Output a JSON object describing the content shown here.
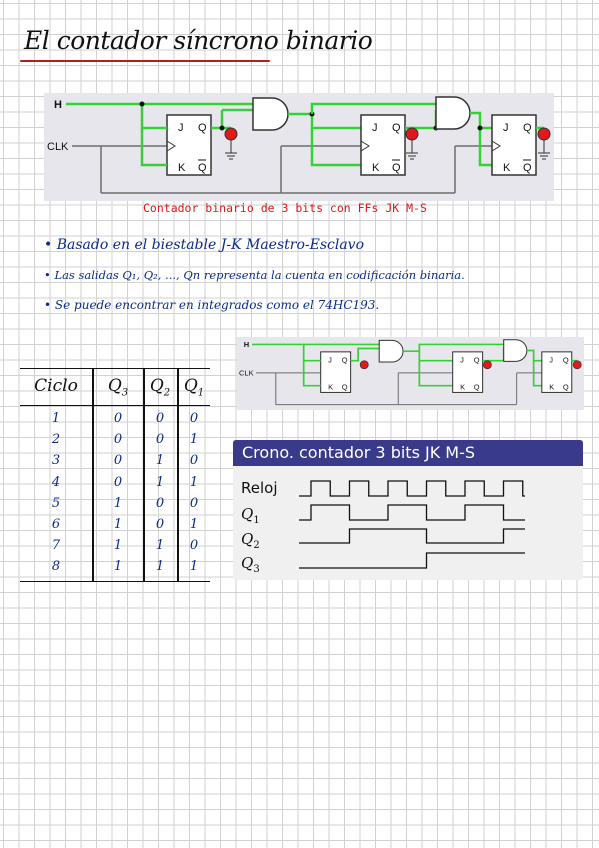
{
  "title": "El contador síncrono binario",
  "circuit": {
    "caption": "Contador binario de 3 bits con FFs JK M-S",
    "h_label": "H",
    "clk_label": "CLK",
    "ff_j": "J",
    "ff_q": "Q",
    "ff_k": "K",
    "ff_qbar": "Q",
    "colors": {
      "wire_green": "#38d038",
      "wire_gray": "#6e6e6e",
      "probe_red": "#e01919",
      "panel_bg": "#e6e6ec"
    }
  },
  "bullets": [
    "• Basado en el biestable J-K Maestro-Esclavo",
    "• Las salidas Q₁, Q₂, ..., Qn representa la cuenta en codificación binaria.",
    "• Se puede encontrar en integrados como el 74HC193."
  ],
  "truth_table": {
    "headers": [
      "Ciclo",
      "Q",
      "Q",
      "Q"
    ],
    "header_subs": [
      "",
      "3",
      "2",
      "1"
    ],
    "rows": [
      [
        "1",
        "0",
        "0",
        "0"
      ],
      [
        "2",
        "0",
        "0",
        "1"
      ],
      [
        "3",
        "0",
        "1",
        "0"
      ],
      [
        "4",
        "0",
        "1",
        "1"
      ],
      [
        "5",
        "1",
        "0",
        "0"
      ],
      [
        "6",
        "1",
        "0",
        "1"
      ],
      [
        "7",
        "1",
        "1",
        "0"
      ],
      [
        "8",
        "1",
        "1",
        "1"
      ]
    ]
  },
  "timing": {
    "title": "Crono. contador 3 bits JK M-S",
    "signals": [
      {
        "name": "Reloj",
        "sub": ""
      },
      {
        "name": "Q",
        "sub": "1"
      },
      {
        "name": "Q",
        "sub": "2"
      },
      {
        "name": "Q",
        "sub": "3"
      }
    ],
    "colors": {
      "header_bg": "#3a3a8a",
      "header_text": "#ffffff",
      "panel_bg": "#f0f0f0"
    }
  }
}
